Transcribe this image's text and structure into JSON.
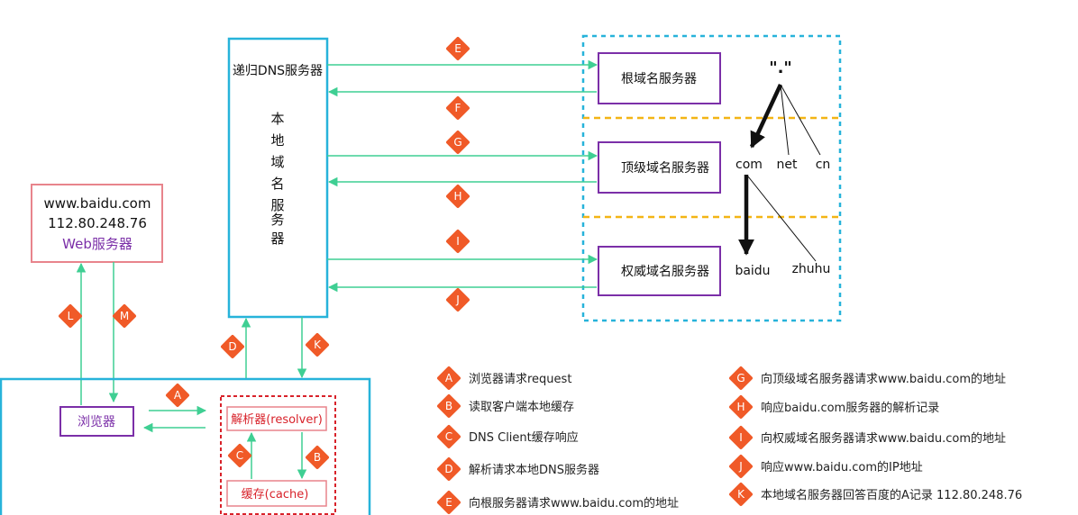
{
  "colors": {
    "cyan": "#27b3da",
    "green": "#3fcf93",
    "purple": "#7b2fa8",
    "pink": "#e8848c",
    "red_dash": "#d8222a",
    "yellow_dash": "#f3b515",
    "badge": "#f05a28",
    "arrow_black": "#111111"
  },
  "local_dns": {
    "label": "递归DNS服务器",
    "vertical_text": [
      "本",
      "地",
      "域",
      "名",
      "服",
      "务",
      "器"
    ]
  },
  "web_server": {
    "domain": "www.baidu.com",
    "ip": "112.80.248.76",
    "label": "Web服务器"
  },
  "servers": {
    "root": "根域名服务器",
    "tld": "顶级域名服务器",
    "authoritative": "权威域名服务器"
  },
  "tree": {
    "root": "\".\"",
    "com": "com",
    "net": "net",
    "cn": "cn",
    "baidu": "baidu",
    "zhuhu": "zhuhu"
  },
  "client": {
    "browser": "浏览器",
    "resolver": "解析器(resolver)",
    "cache": "缓存(cache)"
  },
  "badges": {
    "A": "A",
    "B": "B",
    "C": "C",
    "D": "D",
    "E": "E",
    "F": "F",
    "G": "G",
    "H": "H",
    "I": "I",
    "J": "J",
    "K": "K",
    "L": "L",
    "M": "M"
  },
  "legend": [
    {
      "letter": "A",
      "text": "浏览器请求request"
    },
    {
      "letter": "B",
      "text": "读取客户端本地缓存"
    },
    {
      "letter": "C",
      "text": "DNS Client缓存响应"
    },
    {
      "letter": "D",
      "text": "解析请求本地DNS服务器"
    },
    {
      "letter": "E",
      "text": "向根服务器请求www.baidu.com的地址"
    },
    {
      "letter": "G",
      "text": "向顶级域名服务器请求www.baidu.com的地址"
    },
    {
      "letter": "H",
      "text": "响应baidu.com服务器的解析记录"
    },
    {
      "letter": "I",
      "text": "向权威域名服务器请求www.baidu.com的地址"
    },
    {
      "letter": "J",
      "text": "响应www.baidu.com的IP地址"
    },
    {
      "letter": "K",
      "text": "本地域名服务器回答百度的A记录 112.80.248.76"
    }
  ]
}
